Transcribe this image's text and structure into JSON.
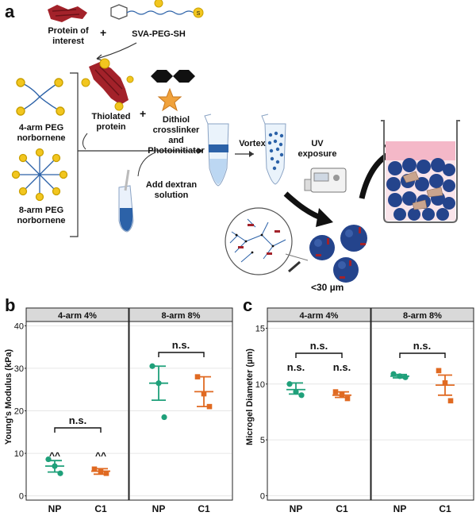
{
  "panel_a": {
    "letter": "a",
    "protein_label_1": "Protein of",
    "protein_label_2": "interest",
    "plus_1": "+",
    "sva_label": "SVA-PEG-SH",
    "peg4_label_1": "4-arm PEG",
    "peg4_label_2": "norbornene",
    "peg8_label_1": "8-arm PEG",
    "peg8_label_2": "norbornene",
    "thiolated_1": "Thiolated",
    "thiolated_2": "protein",
    "plus_2": "+",
    "dithiol_1": "Dithiol",
    "dithiol_2": "crosslinker",
    "dithiol_3": "and",
    "dithiol_4": "Photoinitiator",
    "vortex": "Vortex",
    "uv_1": "UV",
    "uv_2": "exposure",
    "dextran_1": "Add dextran",
    "dextran_2": "solution",
    "size_label": "<30 µm",
    "colors": {
      "protein": "#a3222a",
      "yellow": "#f2c61f",
      "peg_blue": "#2c62a8",
      "microgel": "#24448c",
      "pink": "#f4b8c8"
    }
  },
  "panel_b": {
    "letter": "b",
    "ylabel": "Young's Modulus (kPa)",
    "facet_1": "4-arm 4%",
    "facet_2": "8-arm 8%",
    "sig_1": "n.s.",
    "sig_2": "n.s.",
    "mark_np": "^^",
    "mark_c1": "^^",
    "x_np_1": "NP",
    "x_c1_1": "C1",
    "x_np_2": "NP",
    "x_c1_2": "C1"
  },
  "panel_c": {
    "letter": "c",
    "ylabel": "Microgel Diameter (µm)",
    "facet_1": "4-arm 4%",
    "facet_2": "8-arm 8%",
    "sig_1": "n.s.",
    "sig_2": "n.s.",
    "sig_np": "n.s.",
    "sig_c1": "n.s.",
    "x_np_1": "NP",
    "x_c1_1": "C1",
    "x_np_2": "NP",
    "x_c1_2": "C1"
  },
  "chart_data": [
    {
      "type": "scatter",
      "ylabel": "Young's Modulus (kPa)",
      "ylim": [
        -1,
        41
      ],
      "yticks": [
        "0",
        "10",
        "20",
        "30",
        "40"
      ],
      "grid": true,
      "colors": {
        "NP": "#1fa07a",
        "C1": "#e06a22"
      },
      "facets": [
        {
          "name": "4-arm 4%",
          "categories": [
            "NP",
            "C1"
          ],
          "points": {
            "NP": [
              8.6,
              7.0,
              5.3
            ],
            "C1": [
              6.3,
              5.8,
              5.3
            ]
          },
          "mean": {
            "NP": 7.0,
            "C1": 5.8
          },
          "err": {
            "NP": [
              5.6,
              8.3
            ],
            "C1": [
              5.1,
              6.4
            ]
          }
        },
        {
          "name": "8-arm 8%",
          "categories": [
            "NP",
            "C1"
          ],
          "points": {
            "NP": [
              30.5,
              26.5,
              18.5
            ],
            "C1": [
              28.0,
              24.0,
              21.0
            ]
          },
          "mean": {
            "NP": 26.5,
            "C1": 24.5
          },
          "err": {
            "NP": [
              22.5,
              30.5
            ],
            "C1": [
              21.0,
              28.0
            ]
          }
        }
      ]
    },
    {
      "type": "scatter",
      "ylabel": "Microgel Diameter (µm)",
      "ylim": [
        -0.4,
        15.6
      ],
      "yticks": [
        "0",
        "5",
        "10",
        "15"
      ],
      "grid": true,
      "colors": {
        "NP": "#1fa07a",
        "C1": "#e06a22"
      },
      "facets": [
        {
          "name": "4-arm 4%",
          "categories": [
            "NP",
            "C1"
          ],
          "points": {
            "NP": [
              10.0,
              9.3,
              9.0
            ],
            "C1": [
              9.3,
              9.0,
              8.7
            ]
          },
          "mean": {
            "NP": 9.5,
            "C1": 9.0
          },
          "err": {
            "NP": [
              9.1,
              10.1
            ],
            "C1": [
              8.8,
              9.3
            ]
          }
        },
        {
          "name": "8-arm 8%",
          "categories": [
            "NP",
            "C1"
          ],
          "points": {
            "NP": [
              10.9,
              10.7,
              10.6
            ],
            "C1": [
              11.2,
              10.1,
              8.5
            ]
          },
          "mean": {
            "NP": 10.7,
            "C1": 9.9
          },
          "err": {
            "NP": [
              10.55,
              10.85
            ],
            "C1": [
              9.0,
              10.8
            ]
          }
        }
      ]
    }
  ]
}
